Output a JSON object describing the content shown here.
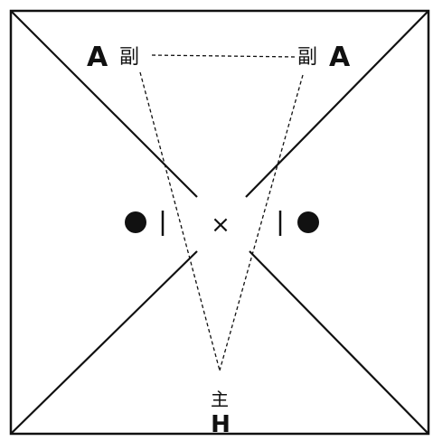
{
  "labels": {
    "left_letter": "A",
    "left_char": "副",
    "right_char": "副",
    "right_letter": "A",
    "center_mark": "×",
    "bottom_char": "主",
    "bottom_letter": "H"
  },
  "colors": {
    "ink": "#111111",
    "background": "#ffffff"
  }
}
